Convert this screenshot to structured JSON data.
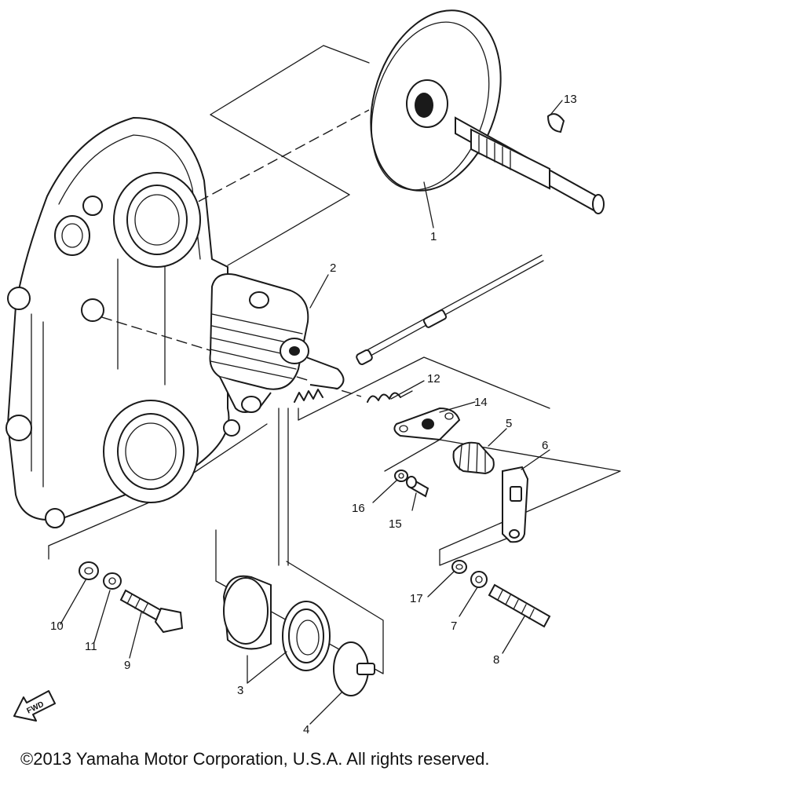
{
  "diagram": {
    "callouts": [
      {
        "id": "1",
        "label": "1"
      },
      {
        "id": "2",
        "label": "2"
      },
      {
        "id": "3",
        "label": "3"
      },
      {
        "id": "4",
        "label": "4"
      },
      {
        "id": "5",
        "label": "5"
      },
      {
        "id": "6",
        "label": "6"
      },
      {
        "id": "7",
        "label": "7"
      },
      {
        "id": "8",
        "label": "8"
      },
      {
        "id": "9",
        "label": "9"
      },
      {
        "id": "10",
        "label": "10"
      },
      {
        "id": "11",
        "label": "11"
      },
      {
        "id": "12",
        "label": "12"
      },
      {
        "id": "13",
        "label": "13"
      },
      {
        "id": "14",
        "label": "14"
      },
      {
        "id": "15",
        "label": "15"
      },
      {
        "id": "16",
        "label": "16"
      },
      {
        "id": "17",
        "label": "17"
      }
    ],
    "fwd_label": "FWD"
  },
  "footer": {
    "copyright": "©2013 Yamaha Motor Corporation, U.S.A. All rights reserved."
  }
}
